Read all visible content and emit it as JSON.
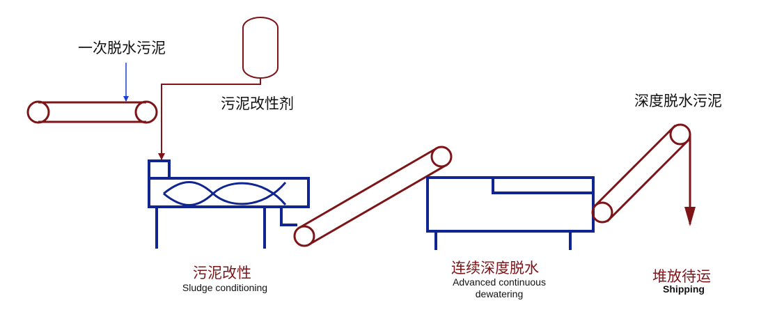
{
  "labels": {
    "primary_sludge": "一次脱水污泥",
    "modifier": "污泥改性剂",
    "deep_sludge": "深度脱水污泥",
    "conditioning_cn": "污泥改性",
    "conditioning_en": "Sludge conditioning",
    "dewatering_cn": "连续深度脱水",
    "dewatering_en_line1": "Advanced continuous",
    "dewatering_en_line2": "dewatering",
    "shipping_cn": "堆放待运",
    "shipping_en": "Shipping"
  },
  "colors": {
    "equipment": "#102590",
    "conveyor": "#7d1418",
    "feed_arrow": "#1a3bd6",
    "caption_red": "#7d1418"
  }
}
